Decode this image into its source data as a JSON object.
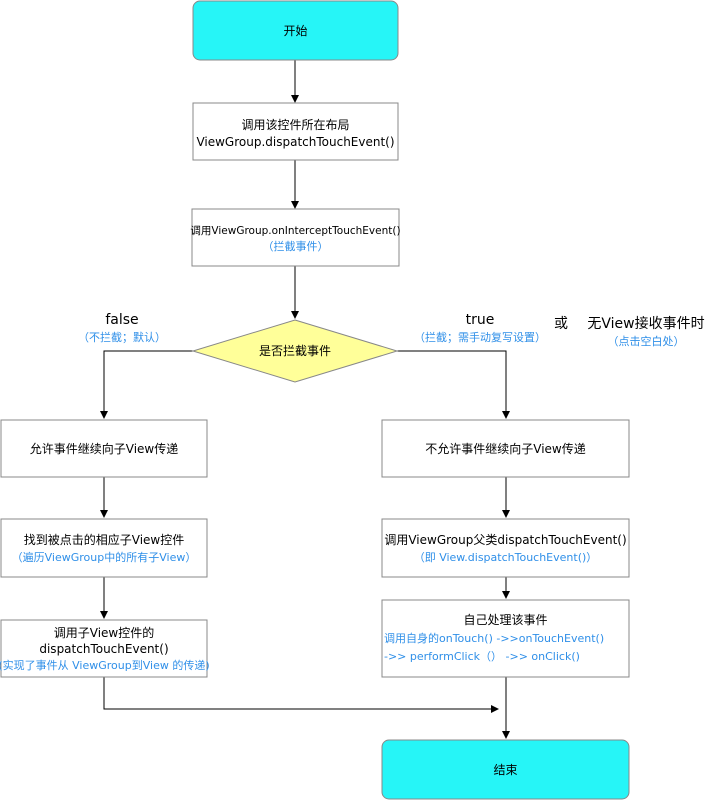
{
  "nodes": {
    "start": {
      "label": "开始"
    },
    "call_dispatch": {
      "line1": "调用该控件所在布局",
      "line2": "ViewGroup.dispatchTouchEvent()"
    },
    "call_intercept": {
      "line1": "调用ViewGroup.onInterceptTouchEvent()",
      "note": "（拦截事件）"
    },
    "decision": {
      "label": "是否拦截事件"
    },
    "allow": {
      "label": "允许事件继续向子View传递"
    },
    "find_child": {
      "line1": "找到被点击的相应子View控件",
      "note": "（遍历ViewGroup中的所有子View）"
    },
    "call_child_dispatch": {
      "line1": "调用子View控件的",
      "line2": "dispatchTouchEvent()",
      "note": "(实现了事件从 ViewGroup到View 的传递)"
    },
    "disallow": {
      "label": "不允许事件继续向子View传递"
    },
    "call_parent_dispatch": {
      "line1": "调用ViewGroup父类dispatchTouchEvent()",
      "note": "（即 View.dispatchTouchEvent()）"
    },
    "handle_self": {
      "line1": "自己处理该事件",
      "note1": "调用自身的onTouch() ->>onTouchEvent()",
      "note2": "->> performClick（）  ->> onClick()"
    },
    "end": {
      "label": "结束"
    }
  },
  "branches": {
    "false_label": "false",
    "false_note": "（不拦截；默认）",
    "true_label": "true",
    "true_note": "（拦截；需手动复写设置）",
    "or_label": "或",
    "no_view_label": "无View接收事件时",
    "no_view_note": "（点击空白处）"
  },
  "colors": {
    "terminal_fill": "#26f5f7",
    "decision_fill": "#ffff99",
    "note_text": "#2f8fe8",
    "border": "#888888"
  }
}
